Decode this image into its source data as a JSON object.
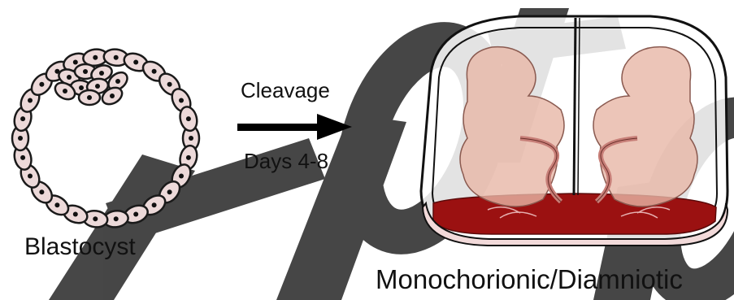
{
  "labels": {
    "blastocyst": "Blastocyst",
    "cleavage": "Cleavage",
    "days": "Days 4-8",
    "twin_type": "Monochorionic/Diamniotic"
  },
  "watermark": {
    "text": "T OTIO",
    "color": "#000000",
    "opacity": 0.7
  },
  "colors": {
    "cell_fill": "#ecd9d9",
    "cell_stroke": "#1a1a1a",
    "nucleus": "#111111",
    "arrow": "#000000",
    "fetus_fill": "#e7b6a6",
    "placenta": "#9b1111",
    "cord": "#c77f78",
    "chorion_rim": "#f2dada"
  },
  "icons": [
    "blastocyst-icon",
    "cleavage-arrow-icon",
    "twin-pregnancy-icon",
    "fetus-icon"
  ]
}
